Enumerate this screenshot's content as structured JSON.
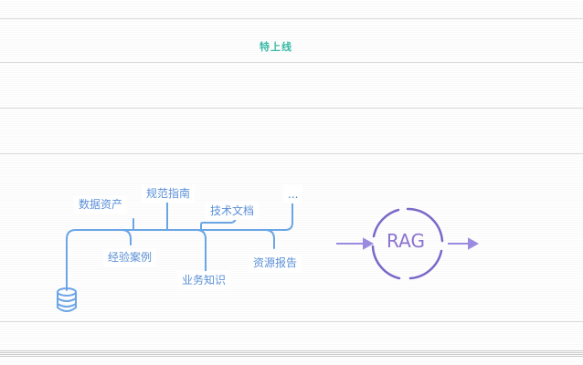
{
  "header": {
    "badge": "特上线"
  },
  "diagram": {
    "tags": [
      "数据资产",
      "规范指南",
      "技术文档",
      "...",
      "经验案例",
      "业务知识",
      "资源报告"
    ],
    "center": "RAG"
  },
  "colors": {
    "tree_line": "#6aa5e6",
    "rag_circle": "#7b68c8",
    "arrow": "#9b8be0",
    "badge": "#38b9a6"
  },
  "icons": {
    "source": "database-icon"
  }
}
